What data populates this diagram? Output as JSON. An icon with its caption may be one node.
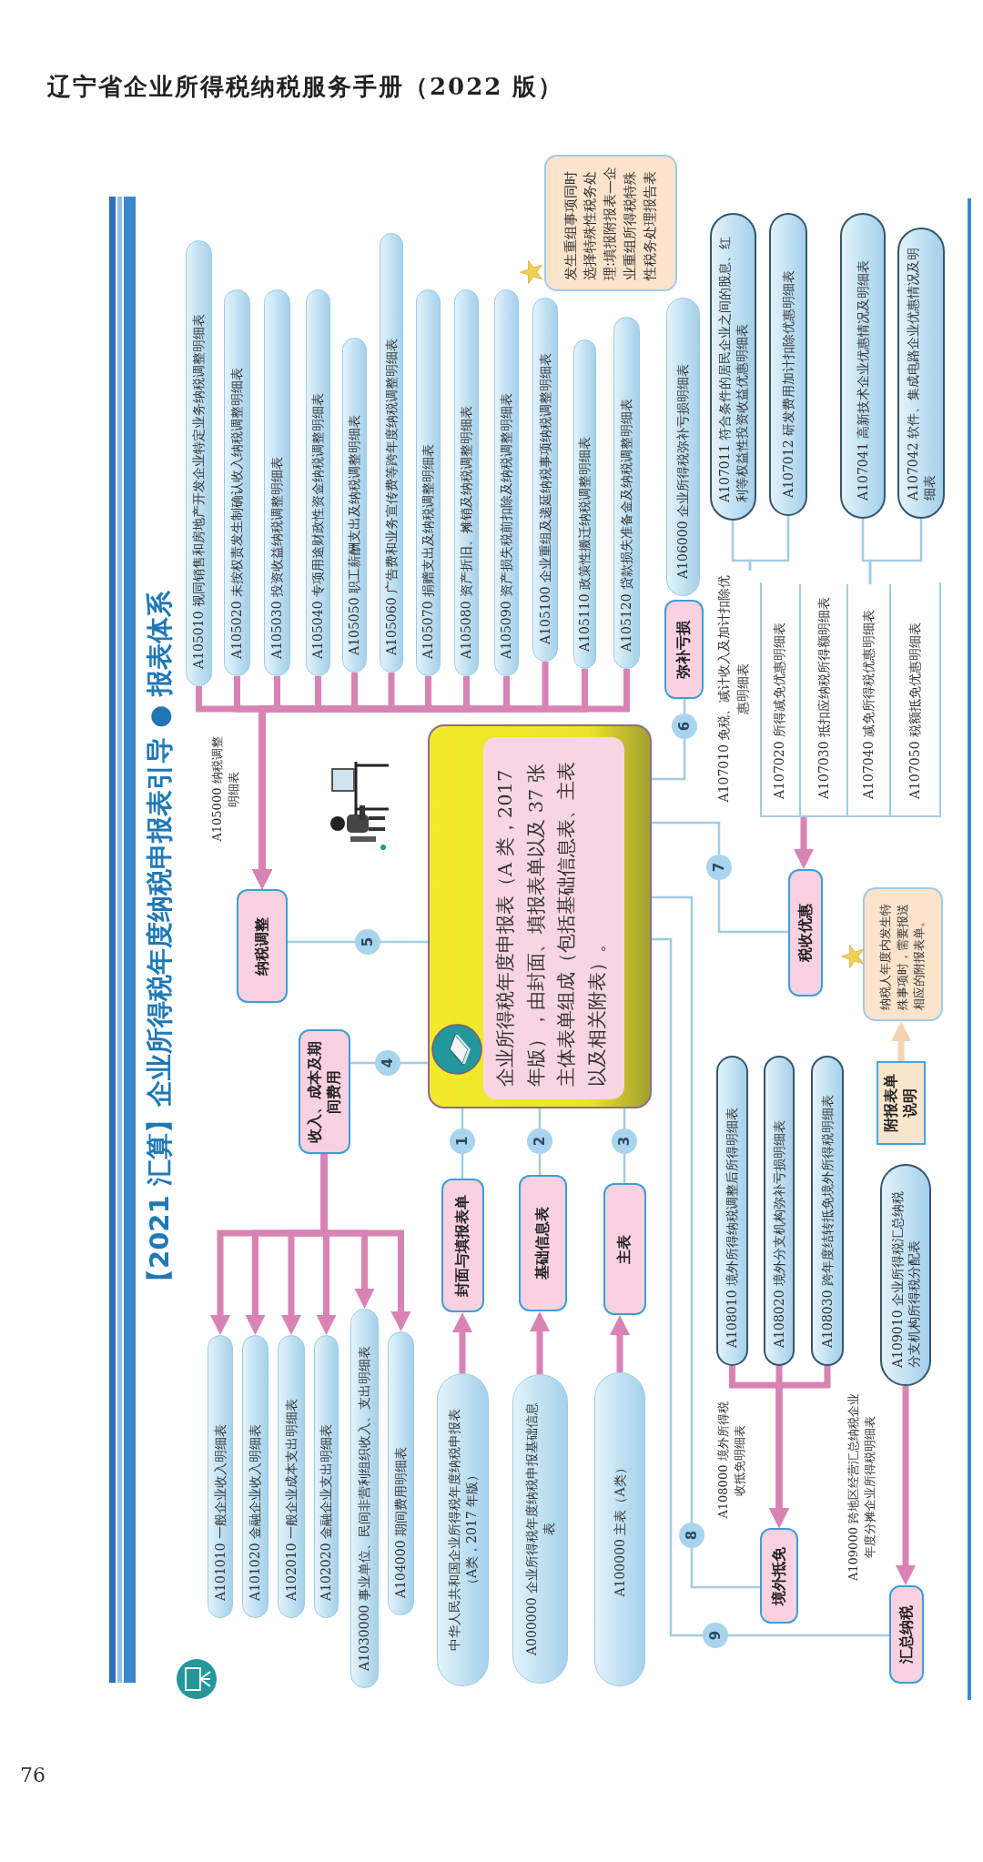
{
  "diagram": {
    "title": "【2021 汇算】企业所得税年度纳税申报表引导 ● 报表体系",
    "nodes": [
      {
        "text": [
          "企业所得税年度申报表（A 类，2017 年版），由封面、填报表单以及 37 张主体表单组成（包括基础信息表、主表以及相关附表）。"
        ]
      },
      {
        "text": [
          "封面与填报表单"
        ]
      },
      {
        "text": [
          "基础信息表"
        ]
      },
      {
        "text": [
          "主表"
        ]
      },
      {
        "text": [
          "收入、成本及期间费用"
        ]
      },
      {
        "text": [
          "纳税调整"
        ]
      },
      {
        "text": [
          "弥补亏损"
        ]
      },
      {
        "text": [
          "税收优惠"
        ]
      },
      {
        "text": [
          "境外抵免"
        ]
      },
      {
        "text": [
          "汇总纳税"
        ]
      },
      {
        "text": [
          "中华人民共和国企业所得税年度纳税申报表（A类，2017 年版）"
        ]
      },
      {
        "text": [
          "A000000 企业所得税年度纳税申报基础信息表"
        ]
      },
      {
        "text": [
          "A100000 主表（A类）"
        ]
      },
      {
        "text": [
          "A101010 一般企业收入明细表"
        ]
      },
      {
        "text": [
          "A101020 金融企业收入明细表"
        ]
      },
      {
        "text": [
          "A102010 一般企业成本支出明细表"
        ]
      },
      {
        "text": [
          "A102020 金融企业支出明细表"
        ]
      },
      {
        "text": [
          "A1030000 事业单位、民间非营利组织收入、支出明细表"
        ]
      },
      {
        "text": [
          "A104000 期间费用明细表"
        ]
      },
      {
        "text": [
          "A105010 视同销售和房地产开发企业特定业务纳税调整明细表"
        ]
      },
      {
        "text": [
          "A105020 未按权责发生制确认收入纳税调整明细表"
        ]
      },
      {
        "text": [
          "A105030 投资收益纳税调整明细表"
        ]
      },
      {
        "text": [
          "A105040 专项用途财政性资金纳税调整明细表"
        ]
      },
      {
        "text": [
          "A105050 职工薪酬支出及纳税调整明细表"
        ]
      },
      {
        "text": [
          "A105060 广告费和业务宣传费等跨年度纳税调整明细表"
        ]
      },
      {
        "text": [
          "A105070 捐赠支出及纳税调整明细表"
        ]
      },
      {
        "text": [
          "A105080 资产折旧、摊销及纳税调整明细表"
        ]
      },
      {
        "text": [
          "A105090 资产损失税前扣除及纳税调整明细表"
        ]
      },
      {
        "text": [
          "A105100 企业重组及递延纳税事项纳税调整明细表"
        ]
      },
      {
        "text": [
          "A105110 政策性搬迁纳税调整明细表"
        ]
      },
      {
        "text": [
          "A105120 贷款损失准备金及纳税调整明细表"
        ]
      },
      {
        "text": [
          "A106000 企业所得税弥补亏损明细表"
        ]
      },
      {
        "text": [
          "A107011 符合条件的居民企业之间的股息、红利等权益性投资收益优惠明细表"
        ]
      },
      {
        "text": [
          "A107012 研发费用加计扣除优惠明细表"
        ]
      },
      {
        "text": [
          "A107041 高新技术企业优惠情况及明细表"
        ]
      },
      {
        "text": [
          "A107042 软件、集成电路企业优惠情况及明细表"
        ]
      },
      {
        "text": [
          "A107010 免税、减计收入及加计扣除优惠明细表"
        ]
      },
      {
        "text": [],
        "shape": "box"
      },
      {
        "text": [
          "A107020 所得减免优惠明细表"
        ],
        "in": 37
      },
      {
        "text": [
          "A107030 抵扣应纳税所得额明细表"
        ],
        "in": 37
      },
      {
        "text": [
          "A107040 减免所得税优惠明细表"
        ],
        "in": 37
      },
      {
        "text": [
          "A107050 税额抵免优惠明细表"
        ],
        "in": 37
      },
      {
        "text": [
          "A108010 境外所得纳税调整后所得明细表"
        ]
      },
      {
        "text": [
          "A108020 境外分支机构弥补亏损明细表"
        ]
      },
      {
        "text": [
          "A108030 跨年度结转抵免境外所得税明细表"
        ]
      },
      {
        "text": [
          "A109010 企业所得税汇总纳税分支机构所得税分配表"
        ]
      },
      {
        "text": [
          "发生重组事项同时选择特殊性税务处理:填报附报表—企业重组所得税特殊性税务处理报告表"
        ]
      },
      {
        "text": [
          "纳税人年度内发生特殊事项时，需要报送相应的附报表单。"
        ]
      },
      {
        "text": [
          "附报表单说明"
        ]
      }
    ],
    "edges": [
      {
        "from": 0,
        "to": 1,
        "arrow": "none",
        "label": "1",
        "color": "#a3cbe2"
      },
      {
        "from": 0,
        "to": 2,
        "arrow": "none",
        "label": "2",
        "color": "#a3cbe2"
      },
      {
        "from": 0,
        "to": 3,
        "arrow": "none",
        "label": "3",
        "color": "#a3cbe2"
      },
      {
        "from": 0,
        "to": 4,
        "arrow": "none",
        "label": "4",
        "color": "#a3cbe2"
      },
      {
        "from": 0,
        "to": 5,
        "arrow": "none",
        "label": "5",
        "color": "#a3cbe2"
      },
      {
        "from": 0,
        "to": 6,
        "arrow": "none",
        "label": "6",
        "color": "#a3cbe2"
      },
      {
        "from": 0,
        "to": 7,
        "arrow": "none",
        "label": "7",
        "color": "#a3cbe2"
      },
      {
        "from": 0,
        "to": 8,
        "arrow": "none",
        "label": "8",
        "color": "#a3cbe2"
      },
      {
        "from": 0,
        "to": 9,
        "arrow": "none",
        "label": "9",
        "color": "#a3cbe2"
      },
      {
        "from": 10,
        "to": 1,
        "arrow": "to"
      },
      {
        "from": 11,
        "to": 2,
        "arrow": "to"
      },
      {
        "from": 12,
        "to": 3,
        "arrow": "to"
      },
      {
        "from": 4,
        "to": 13,
        "arrow": "to"
      },
      {
        "from": 4,
        "to": 14,
        "arrow": "to"
      },
      {
        "from": 4,
        "to": 15,
        "arrow": "to"
      },
      {
        "from": 4,
        "to": 16,
        "arrow": "to"
      },
      {
        "from": 4,
        "to": 17,
        "arrow": "to"
      },
      {
        "from": 4,
        "to": 18,
        "arrow": "to"
      },
      {
        "from": 19,
        "to": 5,
        "arrow": "to"
      },
      {
        "from": 20,
        "to": 5,
        "arrow": "to"
      },
      {
        "from": 21,
        "to": 5,
        "arrow": "to"
      },
      {
        "from": 22,
        "to": 5,
        "arrow": "to"
      },
      {
        "from": 23,
        "to": 5,
        "arrow": "to"
      },
      {
        "from": 24,
        "to": 5,
        "arrow": "to"
      },
      {
        "from": 25,
        "to": 5,
        "arrow": "to"
      },
      {
        "from": 26,
        "to": 5,
        "arrow": "to"
      },
      {
        "from": 27,
        "to": 5,
        "arrow": "to"
      },
      {
        "from": 28,
        "to": 5,
        "arrow": "to"
      },
      {
        "from": 29,
        "to": 5,
        "arrow": "to"
      },
      {
        "from": 30,
        "to": 5,
        "arrow": "to"
      },
      {
        "from": 32,
        "to": 36,
        "arrow": "none",
        "color": "#a3cbe2"
      },
      {
        "from": 33,
        "to": 36,
        "arrow": "none",
        "color": "#a3cbe2"
      },
      {
        "from": 34,
        "to": 40,
        "arrow": "none",
        "color": "#a3cbe2"
      },
      {
        "from": 35,
        "to": 40,
        "arrow": "none",
        "color": "#a3cbe2"
      },
      {
        "from": 37,
        "to": 7,
        "arrow": "to"
      },
      {
        "from": 42,
        "to": 8,
        "arrow": "to"
      },
      {
        "from": 43,
        "to": 8,
        "arrow": "to"
      },
      {
        "from": 44,
        "to": 8,
        "arrow": "to"
      },
      {
        "from": 45,
        "to": 9,
        "arrow": "to"
      },
      {
        "from": 48,
        "to": 47,
        "arrow": "to",
        "color": "#f3d3b4"
      }
    ],
    "labels": [
      "辽宁省企业所得税纳税服务手册（2022 版）",
      "A105000 纳税调整明细表",
      "A108000 境外所得税收抵免明细表",
      "A109000 跨地区经营汇总纳税企业年度分摊企业所得税明细表",
      "76"
    ]
  }
}
